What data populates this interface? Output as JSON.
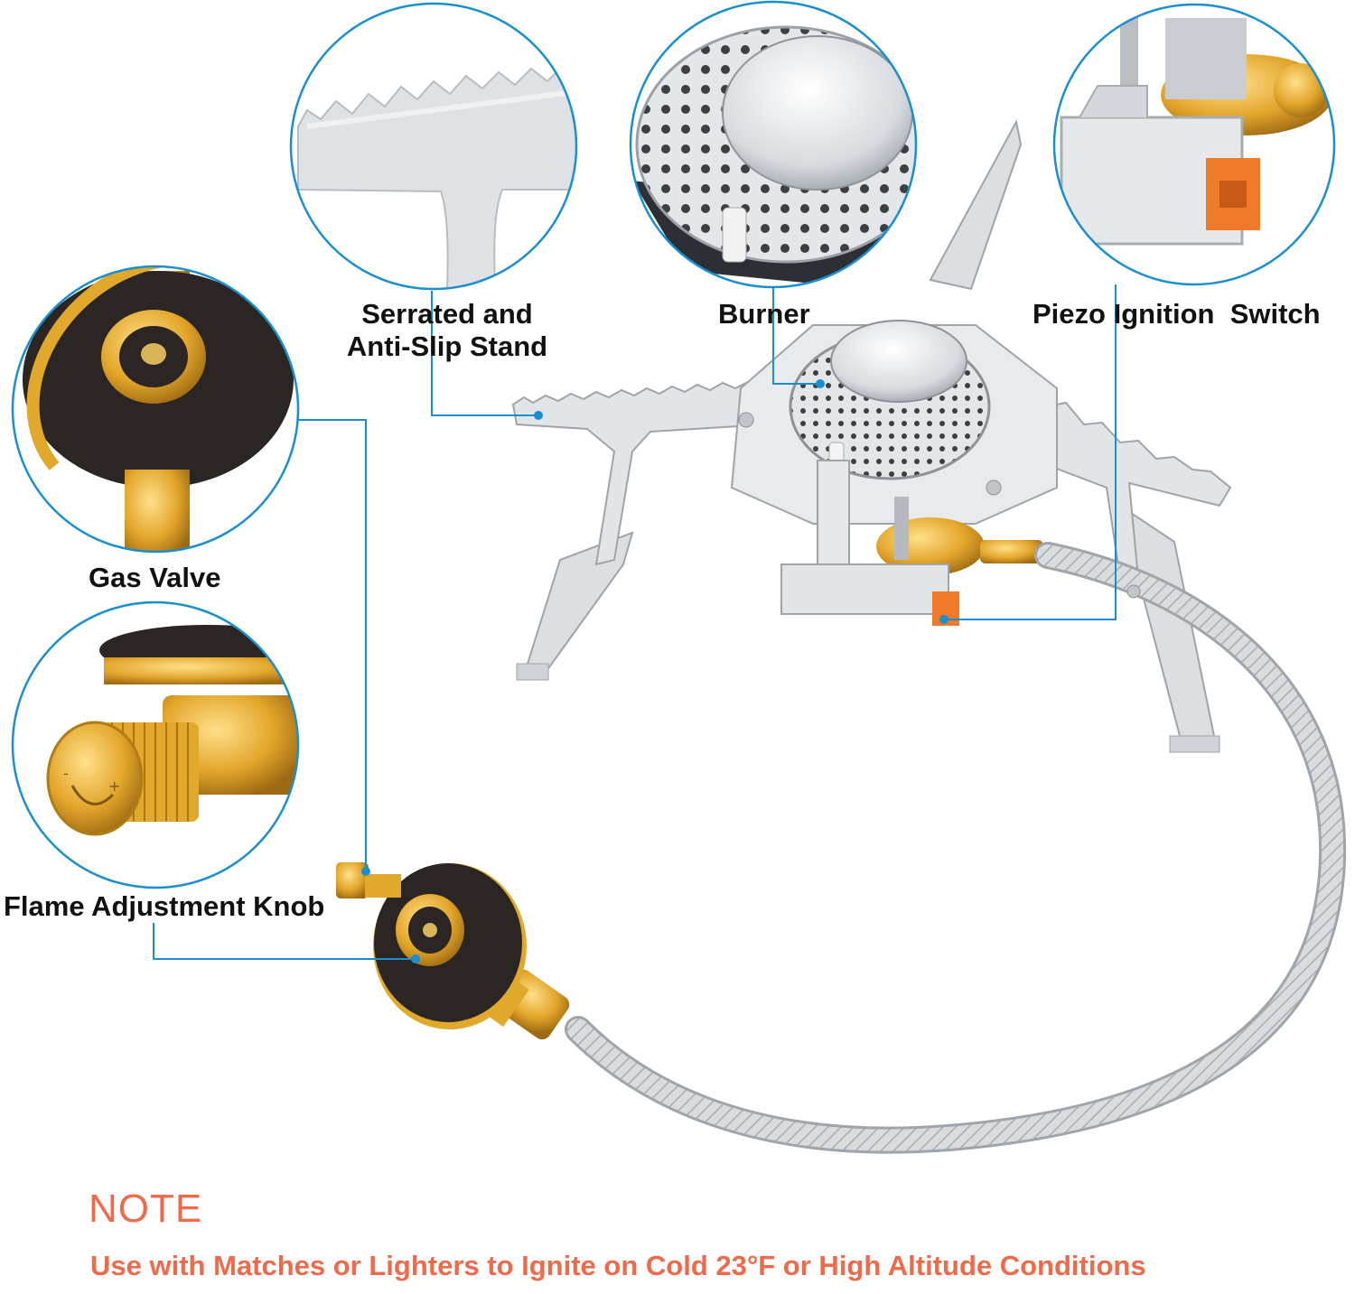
{
  "labels": {
    "serrated_stand": "Serrated and\nAnti-Slip Stand",
    "burner": "Burner",
    "piezo": "Piezo Ignition  Switch",
    "gas_valve": "Gas Valve",
    "flame_knob": "Flame Adjustment Knob"
  },
  "note": {
    "title": "NOTE",
    "text": "Use with Matches or Lighters to Ignite on Cold 23°F or High Altitude Conditions"
  },
  "colors": {
    "callout_line": "#1a8fd0",
    "note": "#ee6a4a",
    "brass": "#e0a92c",
    "steel": "#d3d7db"
  }
}
